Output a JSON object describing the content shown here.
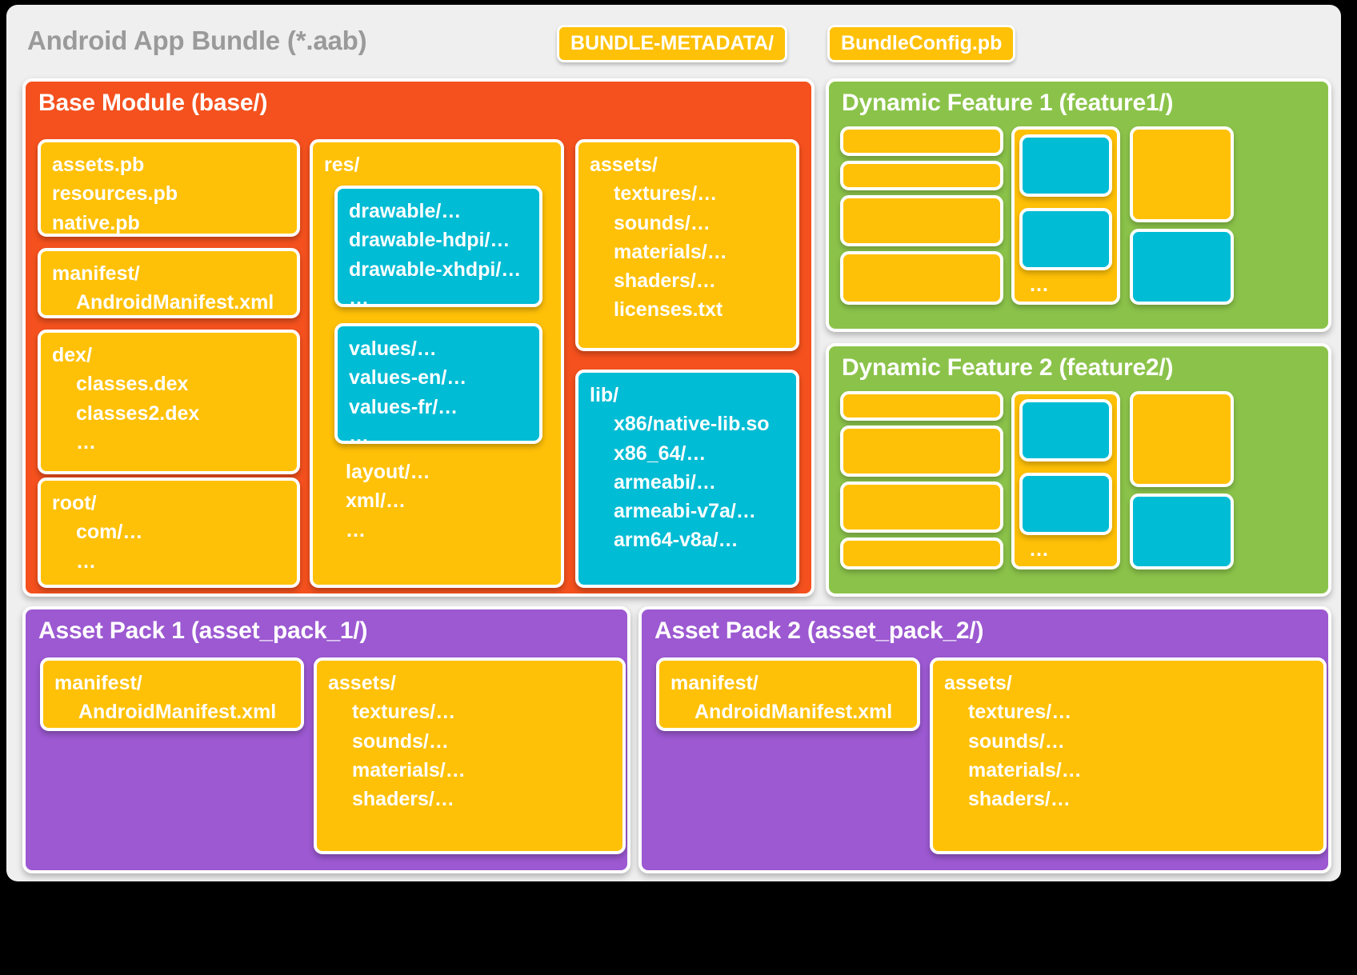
{
  "bundle": {
    "title": "Android App Bundle (*.aab)",
    "metadata_chips": [
      "BUNDLE-METADATA/",
      "BundleConfig.pb"
    ]
  },
  "colors": {
    "canvas": "#000000",
    "container": "#efefef",
    "base_module": "#f4511e",
    "dynamic_feature": "#8bc34a",
    "asset_pack": "#9c59d1",
    "yellow_box": "#ffc107",
    "cyan_box": "#00bcd4",
    "title_gray": "#9a9a9a",
    "box_text": "#ffffff"
  },
  "base_module": {
    "title": "Base Module (base/)",
    "proto_box": [
      "assets.pb",
      "resources.pb",
      "native.pb"
    ],
    "manifest_box": [
      "manifest/",
      "AndroidManifest.xml"
    ],
    "dex_box": [
      "dex/",
      "classes.dex",
      "classes2.dex",
      "…"
    ],
    "root_box": [
      "root/",
      "com/…",
      "…"
    ],
    "res_box": {
      "label": "res/",
      "drawable_group": [
        "drawable/…",
        "drawable-hdpi/…",
        "drawable-xhdpi/…",
        "…"
      ],
      "values_group": [
        "values/…",
        "values-en/…",
        "values-fr/…",
        "…"
      ],
      "trailing": [
        "layout/…",
        "xml/…",
        "…"
      ]
    },
    "assets_box": [
      "assets/",
      "textures/…",
      "sounds/…",
      "materials/…",
      "shaders/…",
      "licenses.txt"
    ],
    "lib_box": [
      "lib/",
      "x86/native-lib.so",
      "x86_64/…",
      "armeabi/…",
      "armeabi-v7a/…",
      "arm64-v8a/…"
    ]
  },
  "dynamic_features": [
    {
      "title": "Dynamic Feature 1 (feature1/)",
      "ellipsis": "…"
    },
    {
      "title": "Dynamic Feature 2 (feature2/)",
      "ellipsis": "…"
    }
  ],
  "asset_packs": [
    {
      "title": "Asset Pack 1 (asset_pack_1/)",
      "manifest_box": [
        "manifest/",
        "AndroidManifest.xml"
      ],
      "assets_box": [
        "assets/",
        "textures/…",
        "sounds/…",
        "materials/…",
        "shaders/…"
      ]
    },
    {
      "title": "Asset Pack 2 (asset_pack_2/)",
      "manifest_box": [
        "manifest/",
        "AndroidManifest.xml"
      ],
      "assets_box": [
        "assets/",
        "textures/…",
        "sounds/…",
        "materials/…",
        "shaders/…"
      ]
    }
  ]
}
